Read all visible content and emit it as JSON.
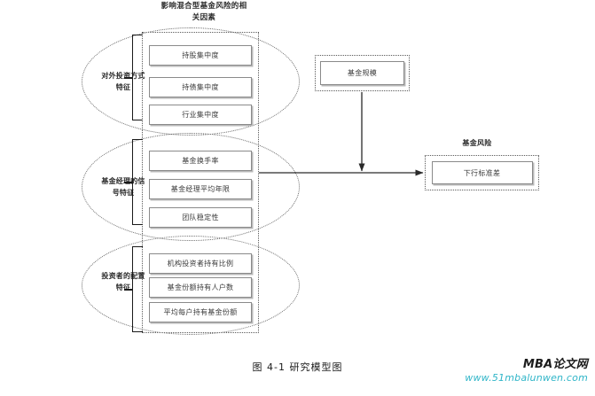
{
  "figure": {
    "title_line1": "影响混合型基金风险的相",
    "title_line2": "关因素",
    "caption": "图 4-1  研究模型图"
  },
  "groups": [
    {
      "label_line1": "对外投资方式",
      "label_line2": "特征",
      "boxes": [
        "持股集中度",
        "持债集中度",
        "行业集中度"
      ]
    },
    {
      "label_line1": "基金经理的信",
      "label_line2": "号特征",
      "boxes": [
        "基金换手率",
        "基金经理平均年限",
        "团队稳定性"
      ]
    },
    {
      "label_line1": "投资者的配置",
      "label_line2": "特征",
      "boxes": [
        "机构投资者持有比例",
        "基金份额持有人户数",
        "平均每户持有基金份额"
      ]
    }
  ],
  "moderator": {
    "box_label": "基金规模"
  },
  "outcome": {
    "title": "基金风险",
    "box_label": "下行标准差"
  },
  "watermark": {
    "brand": "MBA论文网",
    "url": "www.51mbalunwen.com"
  },
  "colors": {
    "box_border": "#8a8a8a",
    "box_shadow": "#b9b9b9",
    "dotted_border": "#5a5a5a",
    "arrow": "#2a2a2a",
    "watermark_url": "#2fb5c8",
    "text": "#3a3a3a"
  }
}
